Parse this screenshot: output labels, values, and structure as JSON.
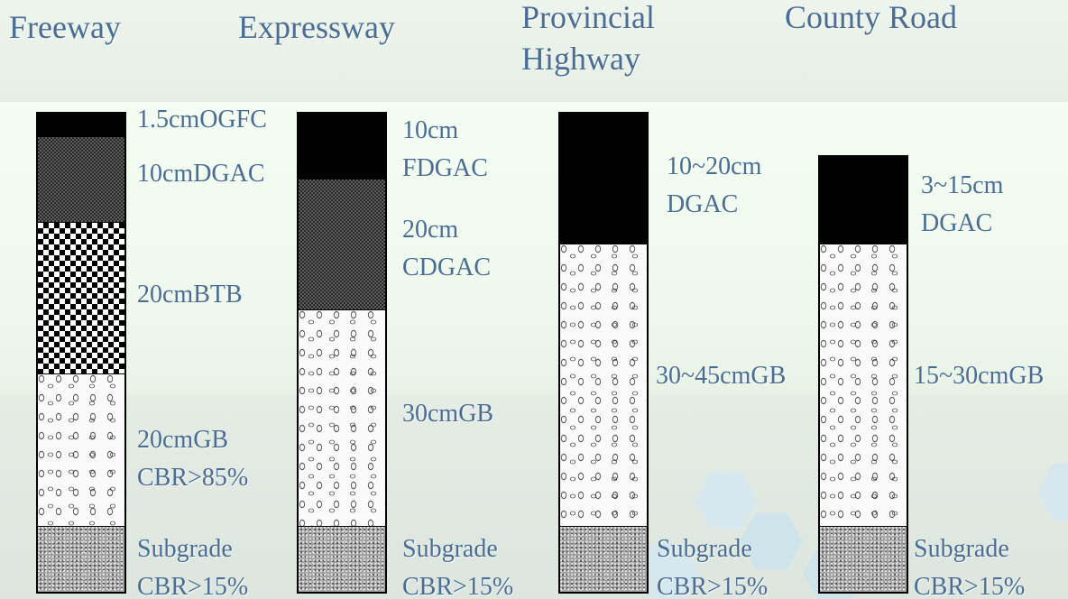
{
  "titles": [
    {
      "text": "Freeway"
    },
    {
      "text": "Expressway"
    },
    {
      "text": "Provincial\nHighway"
    },
    {
      "text": "County Road"
    }
  ],
  "columns": [
    {
      "name": "freeway",
      "layers": [
        {
          "pattern": "black",
          "thickness_cm": 1.5
        },
        {
          "pattern": "cross",
          "thickness_cm": 10
        },
        {
          "pattern": "diamond",
          "thickness_cm": 20
        },
        {
          "pattern": "gravel",
          "thickness_cm": 20
        },
        {
          "pattern": "subgrade"
        }
      ],
      "labels": [
        {
          "text": "1.5cmOGFC"
        },
        {
          "text": "10cmDGAC"
        },
        {
          "text": "20cmBTB"
        },
        {
          "text": "20cmGB\nCBR>85%"
        },
        {
          "text": "Subgrade\nCBR>15%"
        }
      ]
    },
    {
      "name": "expressway",
      "layers": [
        {
          "pattern": "black",
          "thickness_cm": 10
        },
        {
          "pattern": "cross",
          "thickness_cm": 20
        },
        {
          "pattern": "gravel",
          "thickness_cm": 30
        },
        {
          "pattern": "subgrade"
        }
      ],
      "labels": [
        {
          "text": "10cm\nFDGAC"
        },
        {
          "text": "20cm\nCDGAC"
        },
        {
          "text": "30cmGB"
        },
        {
          "text": "Subgrade\nCBR>15%"
        }
      ]
    },
    {
      "name": "provincial-highway",
      "layers": [
        {
          "pattern": "black",
          "thickness_cm": [
            10,
            20
          ]
        },
        {
          "pattern": "gravel",
          "thickness_cm": [
            30,
            45
          ]
        },
        {
          "pattern": "subgrade"
        }
      ],
      "labels": [
        {
          "text": "10~20cm\nDGAC"
        },
        {
          "text": "30~45cmGB"
        },
        {
          "text": "Subgrade\nCBR>15%"
        }
      ]
    },
    {
      "name": "county-road",
      "layers": [
        {
          "pattern": "black",
          "thickness_cm": [
            3,
            15
          ]
        },
        {
          "pattern": "gravel",
          "thickness_cm": [
            15,
            30
          ]
        },
        {
          "pattern": "subgrade"
        }
      ],
      "labels": [
        {
          "text": "3~15cm\nDGAC"
        },
        {
          "text": "15~30cmGB"
        },
        {
          "text": "Subgrade\nCBR>15%"
        }
      ]
    }
  ],
  "colors": {
    "text": "#4a6d95",
    "layer_black": "#000000",
    "background_band": "#f1fbef",
    "hexagon": "#d2e6ec"
  }
}
